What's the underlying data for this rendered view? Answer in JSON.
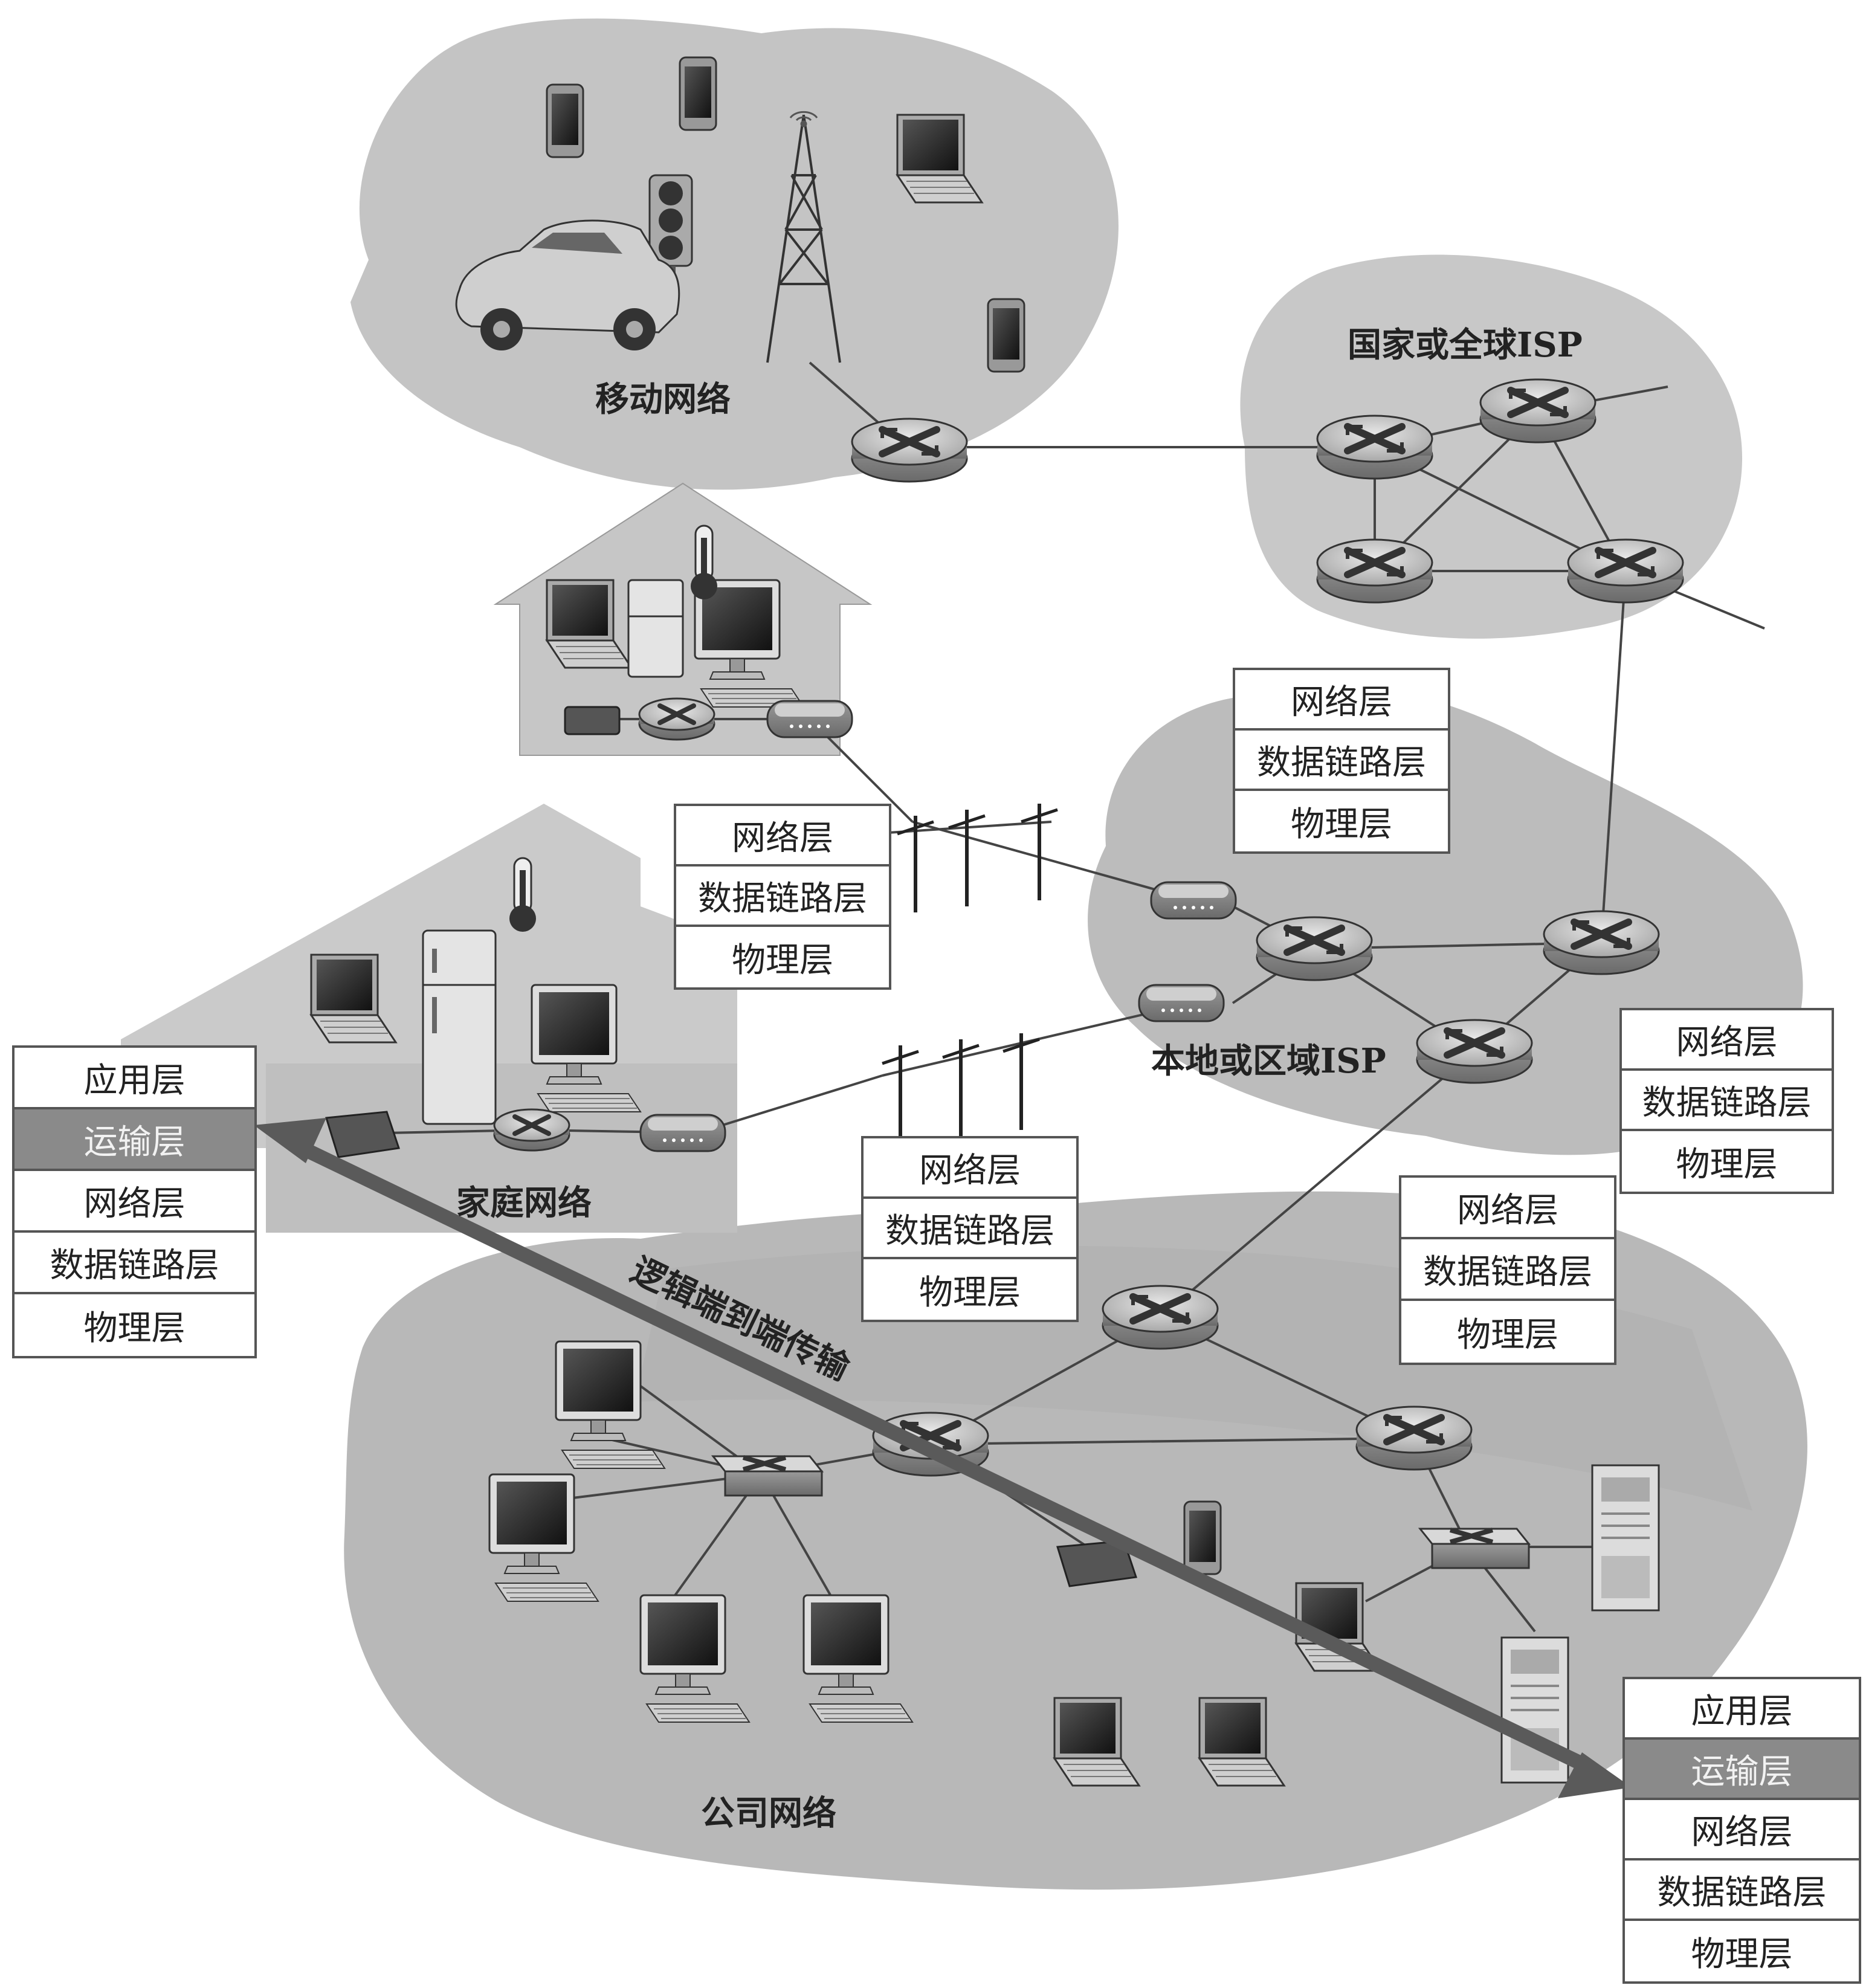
{
  "clouds": {
    "mobile": "移动网络",
    "national_isp": "国家或全球ISP",
    "local_isp": "本地或区域ISP",
    "home": "家庭网络",
    "enterprise": "公司网络"
  },
  "arrow_label": "逻辑端到端传输",
  "stacks": {
    "end_host_left": [
      "应用层",
      "运输层",
      "网络层",
      "数据链路层",
      "物理层"
    ],
    "end_host_right": [
      "应用层",
      "运输层",
      "网络层",
      "数据链路层",
      "物理层"
    ],
    "router_isp_top": [
      "网络层",
      "数据链路层",
      "物理层"
    ],
    "router_middle_left": [
      "网络层",
      "数据链路层",
      "物理层"
    ],
    "router_middle_lower": [
      "网络层",
      "数据链路层",
      "物理层"
    ],
    "router_isp_right": [
      "网络层",
      "数据链路层",
      "物理层"
    ],
    "router_enterprise": [
      "网络层",
      "数据链路层",
      "物理层"
    ]
  },
  "highlighted_layer": "运输层",
  "colors": {
    "cloud": "#c4c4c4",
    "cloud_dark": "#b2b2b2",
    "arrow": "#5a5a5a",
    "highlight": "#8a8a8a",
    "link": "#444444"
  }
}
